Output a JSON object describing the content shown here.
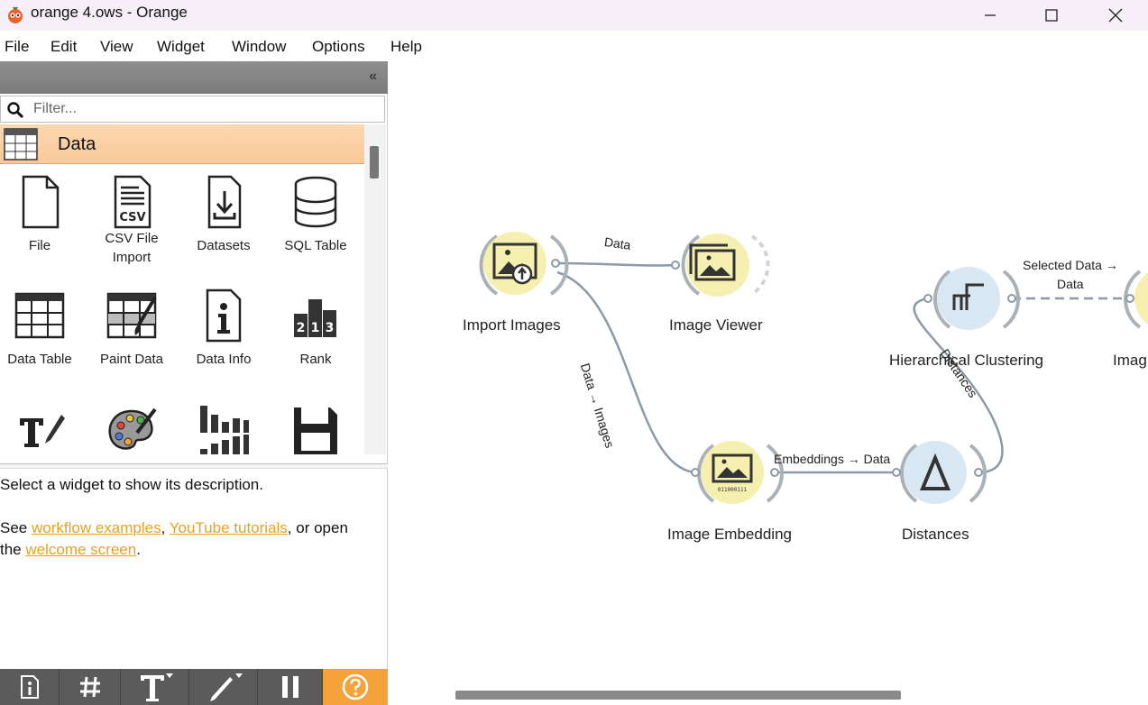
{
  "window": {
    "title": "orange 4.ows - Orange"
  },
  "menu": [
    "File",
    "Edit",
    "View",
    "Widget",
    "Window",
    "Options",
    "Help"
  ],
  "dock": {
    "collapse_glyph": "«",
    "filter_placeholder": "Filter...",
    "category": "Data",
    "widgets": [
      {
        "label": "File",
        "icon": "file-icon"
      },
      {
        "label": "CSV File\nImport",
        "icon": "csv-icon"
      },
      {
        "label": "Datasets",
        "icon": "datasets-icon"
      },
      {
        "label": "SQL Table",
        "icon": "sql-table-icon"
      },
      {
        "label": "Data Table",
        "icon": "data-table-icon"
      },
      {
        "label": "Paint Data",
        "icon": "paint-data-icon"
      },
      {
        "label": "Data Info",
        "icon": "data-info-icon"
      },
      {
        "label": "Rank",
        "icon": "rank-icon"
      }
    ],
    "description": {
      "line1": "Select a widget to show its description.",
      "see": "See ",
      "link1": "workflow examples",
      "comma": ", ",
      "link2": "YouTube tutorials",
      "or_open": ", or open",
      "the": "the ",
      "link3": "welcome screen",
      "period": "."
    },
    "toolbar": [
      "info-icon",
      "grid-icon",
      "text-icon",
      "pen-icon",
      "pause-icon",
      "help-icon"
    ]
  },
  "canvas": {
    "nodes": {
      "import_images": "Import Images",
      "image_viewer": "Image Viewer",
      "image_embedding": "Image Embedding",
      "distances": "Distances",
      "hierarchical_clustering": "Hierarchical Clustering",
      "image_cut": "Imag"
    },
    "links": {
      "data": "Data",
      "data_images": "Data → Images",
      "embeddings_data": "Embeddings → Data",
      "distances": "Distances",
      "selected_data_1": "Selected Data →",
      "selected_data_2": "Data"
    },
    "colors": {
      "yellow_node": "#f5efb0",
      "blue_node": "#d9e7f2",
      "link": "#8b9aa6",
      "accent": "#f4a23a"
    }
  }
}
